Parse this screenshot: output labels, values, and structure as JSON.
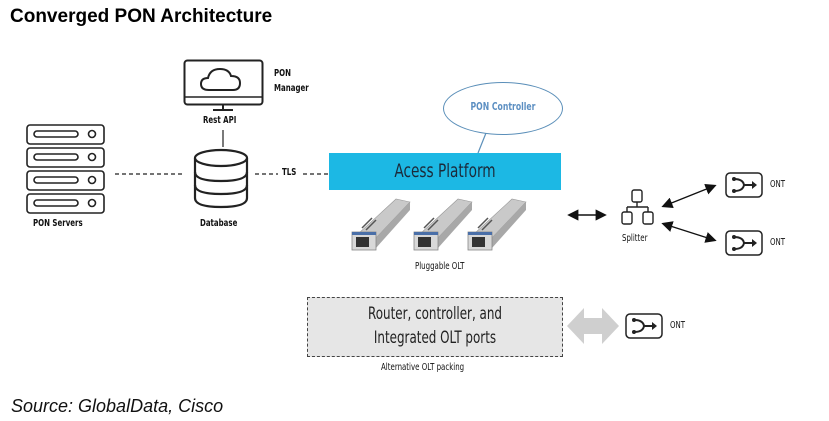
{
  "title": "Converged PON Architecture",
  "source": "Source: GlobalData, Cisco",
  "nodes": {
    "pon_servers": {
      "label": "PON Servers",
      "icon": "server-rack-icon",
      "count": 4
    },
    "pon_manager": {
      "label_line1": "PON",
      "label_line2": "Manager",
      "sub_label": "Rest API",
      "icon": "monitor-cloud-icon"
    },
    "database": {
      "label": "Database",
      "icon": "database-icon"
    },
    "tls": {
      "label": "TLS"
    },
    "pon_controller": {
      "label": "PON Controller"
    },
    "access_platform": {
      "label": "Acess Platform",
      "color": "#1cb8e4"
    },
    "pluggable_olt": {
      "label": "Pluggable OLT",
      "icon": "sfp-transceiver-icon",
      "count": 3
    },
    "splitter": {
      "label": "Splitter",
      "icon": "splitter-icon"
    },
    "ont_top": {
      "label": "ONT",
      "icon": "ont-icon"
    },
    "ont_mid": {
      "label": "ONT",
      "icon": "ont-icon"
    },
    "alt_box": {
      "line1": "Router, controller, and",
      "line2": "Integrated OLT ports",
      "caption": "Alternative OLT packing"
    },
    "ont_bottom": {
      "label": "ONT",
      "icon": "ont-icon"
    }
  }
}
